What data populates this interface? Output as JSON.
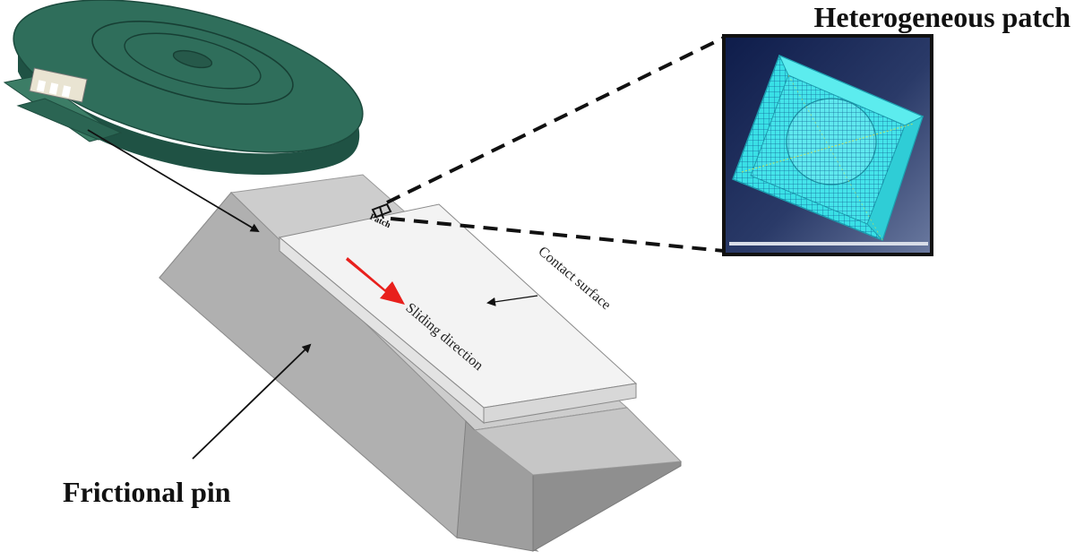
{
  "labels": {
    "heterogeneous_patch": "Heterogeneous patch",
    "frictional_pin": "Frictional pin",
    "contact_surface": "Contact surface",
    "sliding_direction": "Sliding direction",
    "patch": "Patch"
  },
  "colors": {
    "disc_top": "#2f6e5b",
    "disc_side": "#1f5244",
    "pin_light": "#cfcfcf",
    "pin_mid": "#a9a9a9",
    "pin_dark": "#8e8e8e",
    "contact_surface": "#f2f2f2",
    "arrow_red": "#e8201c",
    "mesh_cyan": "#39e0e6",
    "inset_bg": "#1c2a55"
  }
}
